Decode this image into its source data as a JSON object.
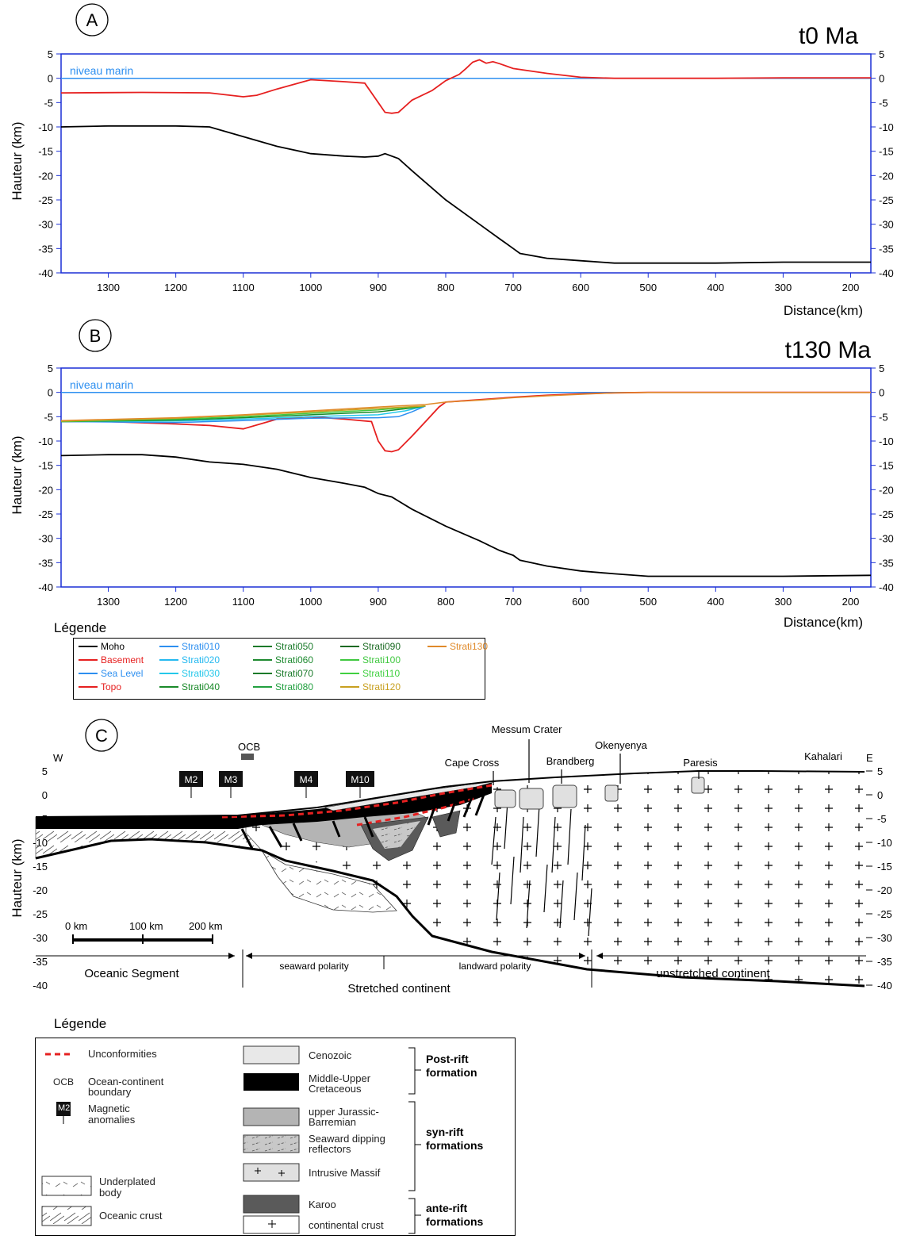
{
  "colors": {
    "axis": "#1a2fd6",
    "sea": "#2d8ff0",
    "topo": "#e62020",
    "moho": "#000000",
    "strati_orange": "#e08a2a"
  },
  "panels": {
    "A": {
      "letter": "A",
      "time": "t0 Ma",
      "ylabel": "Hauteur (km)",
      "xlabel": "Distance(km)",
      "sea_label": "niveau marin"
    },
    "B": {
      "letter": "B",
      "time": "t130 Ma",
      "ylabel": "Hauteur (km)",
      "xlabel": "Distance(km)",
      "sea_label": "niveau marin"
    },
    "C": {
      "letter": "C",
      "ylabel": "Hauteur (km)"
    }
  },
  "legend_b": {
    "title": "Légende",
    "items": [
      {
        "label": "Moho",
        "color": "#000000"
      },
      {
        "label": "Basement",
        "color": "#e62020"
      },
      {
        "label": "Sea Level",
        "color": "#2d8ff0"
      },
      {
        "label": "Topo",
        "color": "#e62020"
      },
      {
        "label": "Strati010",
        "color": "#2d8ff0"
      },
      {
        "label": "Strati020",
        "color": "#25b9f0"
      },
      {
        "label": "Strati030",
        "color": "#25c8ea"
      },
      {
        "label": "Strati040",
        "color": "#1a8a2a"
      },
      {
        "label": "Strati050",
        "color": "#1a7a2a"
      },
      {
        "label": "Strati060",
        "color": "#1e8a30"
      },
      {
        "label": "Strati070",
        "color": "#1a7a2a"
      },
      {
        "label": "Strati080",
        "color": "#22a040"
      },
      {
        "label": "Strati090",
        "color": "#1a6a22"
      },
      {
        "label": "Strati100",
        "color": "#40c840"
      },
      {
        "label": "Strati110",
        "color": "#40d040"
      },
      {
        "label": "Strati120",
        "color": "#c8a020"
      },
      {
        "label": "Strati130",
        "color": "#e08a2a"
      }
    ]
  },
  "chart_data": [
    {
      "type": "line",
      "title": "t0 Ma",
      "xlabel": "Distance(km)",
      "ylabel": "Hauteur (km)",
      "xlim": [
        1370,
        170
      ],
      "ylim": [
        -40,
        5
      ],
      "xticks": [
        1300,
        1200,
        1100,
        1000,
        900,
        800,
        700,
        600,
        500,
        400,
        300,
        200
      ],
      "yticks": [
        5,
        0,
        -5,
        -10,
        -15,
        -20,
        -25,
        -30,
        -35,
        -40
      ],
      "series": [
        {
          "name": "niveau marin",
          "color": "#2d8ff0",
          "x": [
            1370,
            170
          ],
          "y": [
            0,
            0
          ]
        },
        {
          "color": "#e62020",
          "x": [
            1370,
            1250,
            1150,
            1100,
            1080,
            1050,
            1000,
            950,
            920,
            900,
            890,
            880,
            870,
            850,
            820,
            800,
            780,
            770,
            760,
            750,
            740,
            730,
            720,
            700,
            650,
            600,
            550,
            500,
            400,
            300,
            170
          ],
          "y": [
            -3,
            -2.9,
            -3,
            -3.8,
            -3.5,
            -2.2,
            -0.3,
            -0.7,
            -1,
            -5,
            -7,
            -7.2,
            -7,
            -4.5,
            -2.5,
            -0.5,
            0.8,
            2,
            3.3,
            3.8,
            3.1,
            3.4,
            3,
            2,
            1,
            0.2,
            0,
            0,
            0,
            0.1,
            0.1
          ]
        },
        {
          "color": "#000000",
          "x": [
            1370,
            1300,
            1200,
            1150,
            1100,
            1050,
            1000,
            950,
            920,
            900,
            890,
            870,
            850,
            800,
            750,
            720,
            700,
            690,
            650,
            600,
            550,
            500,
            400,
            300,
            170
          ],
          "y": [
            -10,
            -9.8,
            -9.8,
            -10,
            -12,
            -14,
            -15.5,
            -16,
            -16.2,
            -16,
            -15.5,
            -16.5,
            -19,
            -25,
            -30,
            -33,
            -35,
            -36,
            -37,
            -37.5,
            -38,
            -38,
            -38,
            -37.8,
            -37.8
          ]
        }
      ]
    },
    {
      "type": "line",
      "title": "t130 Ma",
      "xlabel": "Distance(km)",
      "ylabel": "Hauteur (km)",
      "xlim": [
        1370,
        170
      ],
      "ylim": [
        -40,
        5
      ],
      "xticks": [
        1300,
        1200,
        1100,
        1000,
        900,
        800,
        700,
        600,
        500,
        400,
        300,
        200
      ],
      "yticks": [
        5,
        0,
        -5,
        -10,
        -15,
        -20,
        -25,
        -30,
        -35,
        -40
      ],
      "series": [
        {
          "name": "niveau marin",
          "color": "#2d8ff0",
          "x": [
            1370,
            170
          ],
          "y": [
            0,
            0
          ]
        },
        {
          "color": "#e62020",
          "x": [
            1370,
            1300,
            1200,
            1150,
            1100,
            1050,
            1000,
            950,
            910,
            900,
            890,
            880,
            870,
            850,
            830,
            810,
            800,
            780,
            750,
            700,
            650,
            600,
            550,
            500,
            400,
            300,
            170
          ],
          "y": [
            -6,
            -6,
            -6.5,
            -6.8,
            -7.5,
            -5.5,
            -5,
            -5.5,
            -6,
            -10,
            -12,
            -12.2,
            -11.8,
            -9,
            -6,
            -3,
            -2,
            -1.8,
            -1.5,
            -1,
            -0.6,
            -0.3,
            -0.1,
            0,
            0,
            0,
            0
          ]
        },
        {
          "color": "#2d8ff0",
          "x": [
            1370,
            1200,
            1100,
            1000,
            900,
            870,
            850,
            830
          ],
          "y": [
            -6,
            -6.2,
            -5.8,
            -5.3,
            -5.2,
            -5,
            -4,
            -2.8
          ]
        },
        {
          "color": "#25c8ea",
          "x": [
            1370,
            1200,
            1100,
            1000,
            900,
            860,
            830
          ],
          "y": [
            -6,
            -5.9,
            -5.5,
            -5,
            -4.6,
            -3.8,
            -2.8
          ]
        },
        {
          "color": "#1a8a2a",
          "x": [
            1370,
            1200,
            1100,
            1000,
            900,
            850,
            830
          ],
          "y": [
            -6,
            -5.7,
            -5.2,
            -4.6,
            -4,
            -3.2,
            -2.8
          ]
        },
        {
          "color": "#40c840",
          "x": [
            1370,
            1200,
            1100,
            1000,
            900,
            830
          ],
          "y": [
            -6,
            -5.5,
            -5,
            -4.3,
            -3.6,
            -2.8
          ]
        },
        {
          "color": "#c8a020",
          "x": [
            1370,
            1200,
            1100,
            1000,
            900,
            830
          ],
          "y": [
            -5.9,
            -5.3,
            -4.7,
            -4,
            -3.3,
            -2.8
          ]
        },
        {
          "color": "#e08a2a",
          "x": [
            1370,
            1200,
            1100,
            1000,
            900,
            830,
            800,
            750,
            700,
            650,
            600,
            550,
            500,
            400,
            300,
            170
          ],
          "y": [
            -5.8,
            -5.2,
            -4.6,
            -3.8,
            -3,
            -2.5,
            -2,
            -1.6,
            -1.1,
            -0.7,
            -0.4,
            -0.1,
            0,
            0,
            0,
            0
          ]
        },
        {
          "color": "#000000",
          "x": [
            1370,
            1300,
            1250,
            1200,
            1150,
            1100,
            1050,
            1000,
            950,
            920,
            900,
            880,
            850,
            800,
            750,
            720,
            700,
            690,
            650,
            600,
            550,
            500,
            400,
            300,
            170
          ],
          "y": [
            -13,
            -12.8,
            -12.8,
            -13.3,
            -14.3,
            -14.8,
            -15.8,
            -17.5,
            -18.7,
            -19.5,
            -20.8,
            -21.5,
            -24,
            -27.5,
            -30.5,
            -32.5,
            -33.5,
            -34.5,
            -35.7,
            -36.7,
            -37.3,
            -37.8,
            -37.8,
            -37.8,
            -37.6
          ]
        }
      ]
    },
    {
      "type": "diagram",
      "ylabel": "Hauteur (km)",
      "ylim": [
        -40,
        5
      ],
      "yticks": [
        5,
        0,
        -5,
        -10,
        -15,
        -20,
        -25,
        -30,
        -35,
        -40
      ],
      "side_labels": {
        "west": "W",
        "east": "E"
      },
      "ocb": "OCB",
      "anomalies": [
        "M2",
        "M3",
        "M4",
        "M10"
      ],
      "places": [
        "Messum Crater",
        "Cape Cross",
        "Brandberg",
        "Okenyenya",
        "Paresis",
        "Kahalari"
      ],
      "scale_labels": [
        "0 km",
        "100 km",
        "200 km"
      ],
      "segments": {
        "oceanic": "Oceanic Segment",
        "seaward": "seaward polarity",
        "landward": "landward polarity",
        "stretched": "Stretched continent",
        "unstretched": "unstretched continent"
      },
      "legend": {
        "title": "Légende",
        "left": [
          {
            "label": "Unconformities",
            "code": ""
          },
          {
            "label": "Ocean-continent boundary",
            "code": "OCB"
          },
          {
            "label": "Magnetic anomalies",
            "code": "M2"
          },
          {
            "label": "Underplated body",
            "code": ""
          },
          {
            "label": "Oceanic crust",
            "code": ""
          }
        ],
        "right": [
          {
            "label": "Cenozoic",
            "fill": "#e8e8e8"
          },
          {
            "label": "Middle-Upper Cretaceous",
            "fill": "#000000"
          },
          {
            "label": "upper Jurassic-Barremian",
            "fill": "#b4b4b4"
          },
          {
            "label": "Seaward dipping reflectors",
            "fill": "#c8c8c8"
          },
          {
            "label": "Intrusive Massif",
            "fill": "#e0e0e0"
          },
          {
            "label": "Karoo",
            "fill": "#5a5a5a"
          },
          {
            "label": "continental crust",
            "fill": "#ffffff"
          }
        ],
        "groups": [
          "Post-rift formation",
          "syn-rift formations",
          "ante-rift formations"
        ]
      }
    }
  ]
}
